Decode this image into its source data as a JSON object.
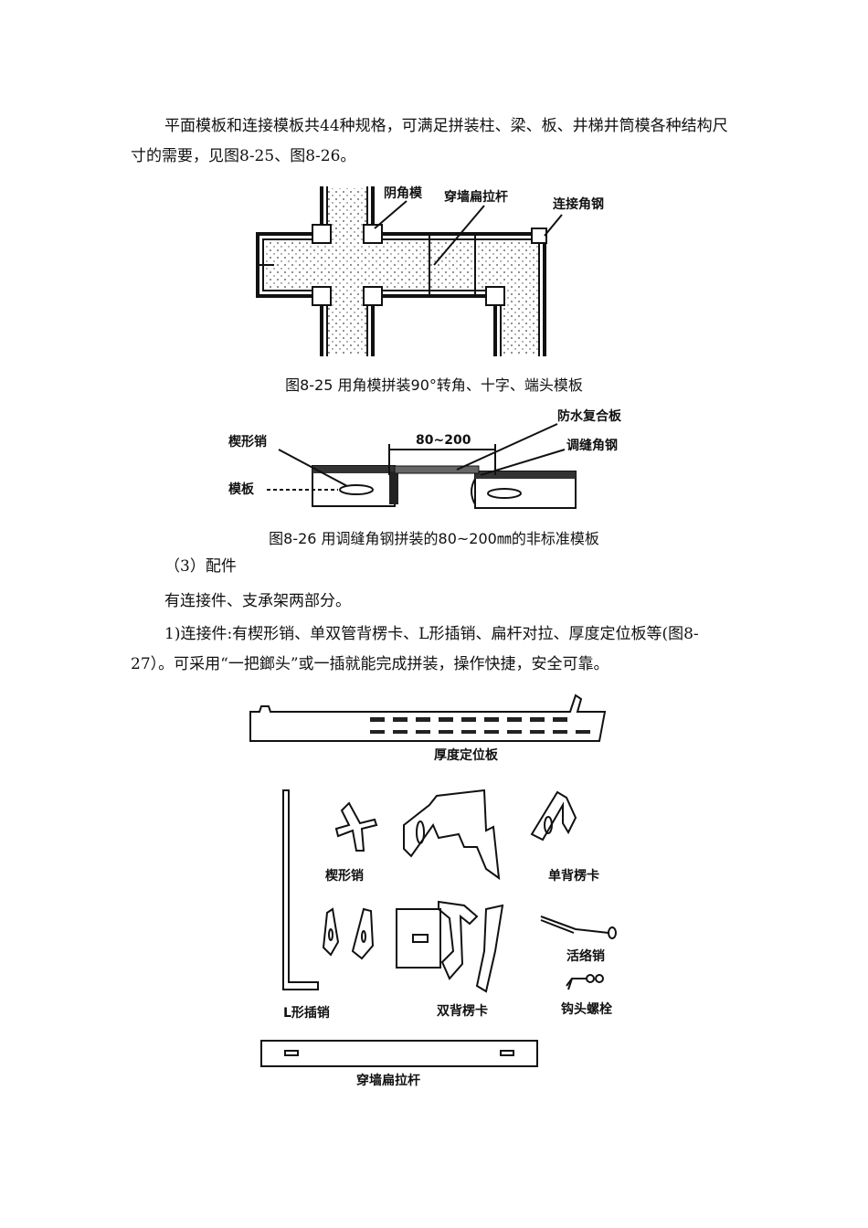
{
  "paragraphs": {
    "p1": "平面模板和连接模板共44种规格，可满足拼装柱、梁、板、井梯井筒模各种结构尺寸的需要，见图8-25、图8-26。",
    "p2": "（3）配件",
    "p3": "有连接件、支承架两部分。",
    "p4": "1)连接件:有楔形销、单双管背楞卡、L形插销、扁杆对拉、厚度定位板等(图8-27）。可采用“一把鎯头”或一插就能完成拼装，操作快捷，安全可靠。"
  },
  "figure_8_25": {
    "caption": "图8-25 用角模拼装90°转角、十字、端头模板",
    "labels": {
      "inner_corner": "阴角模",
      "tie_rod": "穿墙扁拉杆",
      "angle_steel": "连接角钢"
    }
  },
  "figure_8_26": {
    "caption": "图8-26 用调缝角钢拼装的80~200㎜的非标准模板",
    "labels": {
      "wedge_pin": "楔形销",
      "formwork": "模板",
      "dimension": "80~200",
      "waterproof_board": "防水复合板",
      "adjust_angle": "调缝角钢"
    }
  },
  "figure_8_27": {
    "labels": {
      "thickness_plate": "厚度定位板",
      "wedge_pin": "楔形销",
      "single_clamp": "单背楞卡",
      "live_pin": "活络销",
      "hook_bolt": "钩头螺栓",
      "l_pin": "L形插销",
      "double_clamp": "双背楞卡",
      "tie_rod": "穿墙扁拉杆"
    }
  }
}
